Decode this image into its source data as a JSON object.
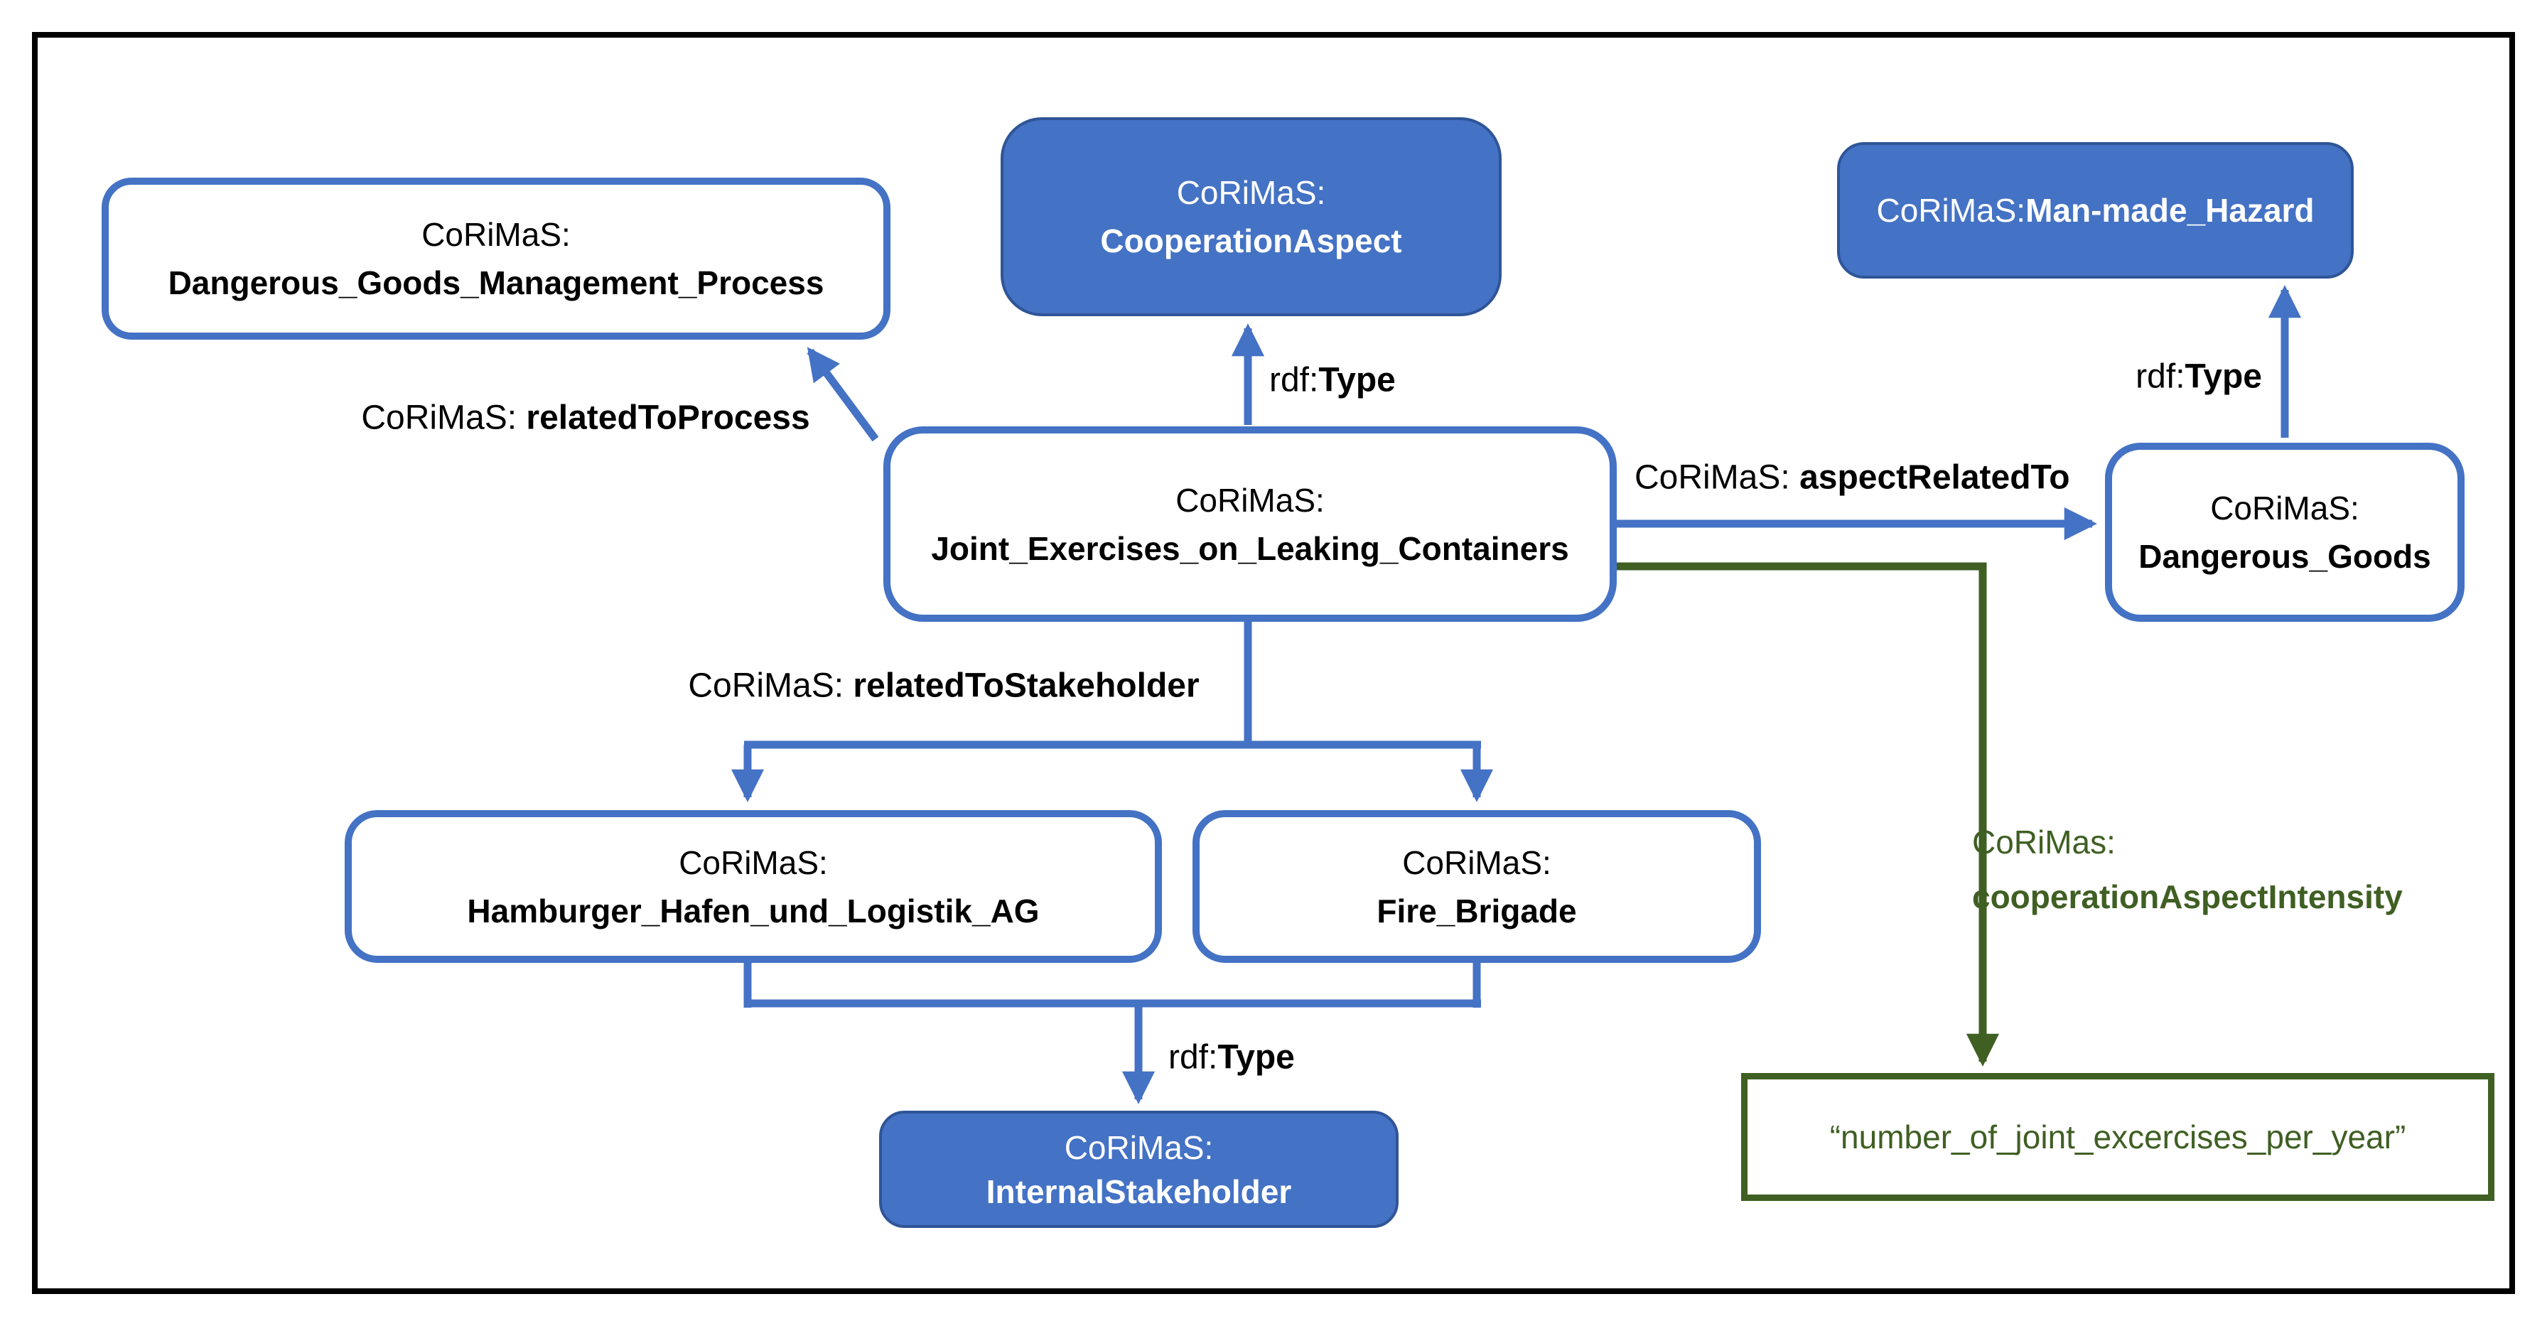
{
  "diagram": {
    "colors": {
      "blue": "#4472C4",
      "blue_dark": "#2F5597",
      "green": "#3F5F23",
      "black": "#000000"
    },
    "nodes": {
      "dgmp": {
        "prefix": "CoRiMaS:",
        "name": "Dangerous_Goods_Management_Process"
      },
      "coop_aspect": {
        "prefix": "CoRiMaS:",
        "name": "CooperationAspect"
      },
      "man_made_hazard": {
        "prefix": "CoRiMaS: ",
        "name": "Man-made_Hazard"
      },
      "joint_exercises": {
        "prefix": "CoRiMaS:",
        "name": "Joint_Exercises_on_Leaking_Containers"
      },
      "dangerous_goods": {
        "prefix": "CoRiMaS:",
        "name": "Dangerous_Goods"
      },
      "hamburger_hafen": {
        "prefix": "CoRiMaS:",
        "name": "Hamburger_Hafen_und_Logistik_AG"
      },
      "fire_brigade": {
        "prefix": "CoRiMaS:",
        "name": "Fire_Brigade"
      },
      "internal_stakeholder": {
        "prefix": "CoRiMaS:",
        "name": "InternalStakeholder"
      },
      "intensity_literal": {
        "text": "“number_of_joint_excercises_per_year”"
      }
    },
    "edges": {
      "related_to_process": {
        "prefix": "CoRiMaS: ",
        "name": "relatedToProcess"
      },
      "rdf_type_top": {
        "prefix": "rdf:",
        "name": "Type"
      },
      "aspect_related_to": {
        "prefix": "CoRiMaS: ",
        "name": "aspectRelatedTo"
      },
      "rdf_type_right": {
        "prefix": "rdf:",
        "name": "Type"
      },
      "related_to_stakeholder": {
        "prefix": "CoRiMaS: ",
        "name": "relatedToStakeholder"
      },
      "rdf_type_bottom": {
        "prefix": "rdf:",
        "name": "Type"
      },
      "cooperation_aspect_intensity": {
        "prefix": "CoRiMas:",
        "name": "cooperationAspectIntensity"
      }
    }
  }
}
